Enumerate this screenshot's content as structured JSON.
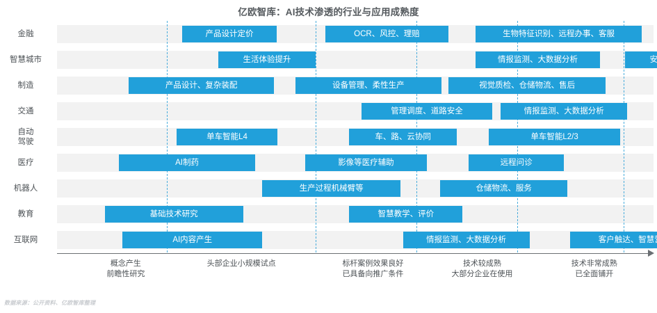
{
  "chart_data": {
    "type": "bar",
    "title": "亿欧智库：AI技术渗透的行业与应用成熟度",
    "subtitle": "",
    "xlabel": "",
    "ylabel": "",
    "orientation": "horizontal",
    "grid": false,
    "legend": "none",
    "xlim": [
      0,
      5
    ],
    "x_stage_labels": [
      "概念产生\n前瞻性研究",
      "头部企业小规模试点",
      "标杆案例效果良好\n已具备向推广条件",
      "技术较成熟\n大部分企业在使用",
      "技术非常成熟\n已全面铺开"
    ],
    "stage_dividers_x": [
      0.92,
      2.17,
      3.01,
      3.86,
      4.75
    ],
    "categories": [
      "金融",
      "智慧城市",
      "制造",
      "交通",
      "自动驾驶",
      "医疗",
      "机器人",
      "教育",
      "互联网"
    ],
    "series": [
      {
        "name": "金融",
        "items": [
          {
            "label": "产品设计定价",
            "start": 1.05,
            "end": 1.84
          },
          {
            "label": "OCR、风控、理赔",
            "start": 2.25,
            "end": 3.28
          },
          {
            "label": "生物特征识别、远程办事、客服",
            "start": 3.51,
            "end": 4.9
          }
        ]
      },
      {
        "name": "智慧城市",
        "items": [
          {
            "label": "生活体验提升",
            "start": 1.35,
            "end": 2.17
          },
          {
            "label": "情报监测、大数据分析",
            "start": 3.51,
            "end": 4.55
          },
          {
            "label": "安防",
            "start": 4.76,
            "end": 5.31
          }
        ]
      },
      {
        "name": "制造",
        "items": [
          {
            "label": "产品设计、复杂装配",
            "start": 0.6,
            "end": 1.82
          },
          {
            "label": "设备管理、柔性生产",
            "start": 2.0,
            "end": 3.22
          },
          {
            "label": "视觉质检、仓储物流、售后",
            "start": 3.28,
            "end": 4.6
          }
        ]
      },
      {
        "name": "交通",
        "items": [
          {
            "label": "管理调度、道路安全",
            "start": 2.55,
            "end": 3.65
          },
          {
            "label": "情报监测、大数据分析",
            "start": 3.72,
            "end": 4.78
          }
        ]
      },
      {
        "name": "自动驾驶",
        "items": [
          {
            "label": "单车智能L4",
            "start": 1.0,
            "end": 1.85
          },
          {
            "label": "车、路、云协同",
            "start": 2.45,
            "end": 3.35
          },
          {
            "label": "单车智能L2/3",
            "start": 3.62,
            "end": 4.72
          }
        ]
      },
      {
        "name": "医疗",
        "items": [
          {
            "label": "AI制药",
            "start": 0.52,
            "end": 1.66
          },
          {
            "label": "影像等医疗辅助",
            "start": 2.08,
            "end": 3.1
          },
          {
            "label": "远程问诊",
            "start": 3.45,
            "end": 4.25
          }
        ]
      },
      {
        "name": "机器人",
        "items": [
          {
            "label": "生产过程机械臂等",
            "start": 1.72,
            "end": 2.88
          },
          {
            "label": "仓储物流、服务",
            "start": 3.21,
            "end": 4.28
          }
        ]
      },
      {
        "name": "教育",
        "items": [
          {
            "label": "基础技术研究",
            "start": 0.4,
            "end": 1.56
          },
          {
            "label": "智慧教学、评价",
            "start": 2.45,
            "end": 3.4
          }
        ]
      },
      {
        "name": "互联网",
        "items": [
          {
            "label": "AI内容产生",
            "start": 0.55,
            "end": 1.72
          },
          {
            "label": "情报监测、大数据分析",
            "start": 2.9,
            "end": 3.96
          },
          {
            "label": "客户触达、智慧营销",
            "start": 4.3,
            "end": 5.38
          }
        ]
      }
    ]
  },
  "footer": {
    "source": "数据来源：公开资料、亿欧智库整理"
  },
  "colors": {
    "bar": "#21a0da",
    "divider": "#2a9fd8",
    "band": "#f2f2f2",
    "axis": "#6b6f73",
    "text": "#4d5256",
    "title": "#555a5e",
    "footer": "#c9ccd0"
  }
}
